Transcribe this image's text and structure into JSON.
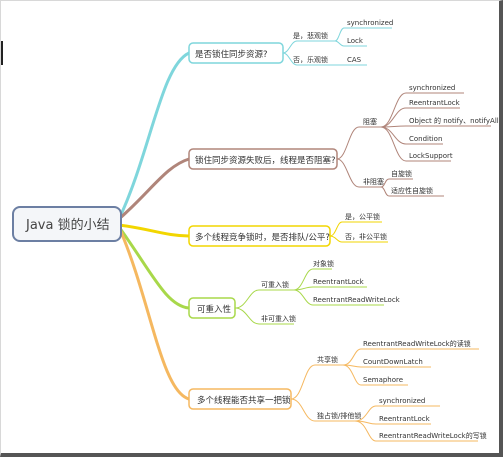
{
  "colors": {
    "cyan": "#7fd6dc",
    "brown": "#b0857a",
    "yellow": "#f2d600",
    "lime": "#a8d84a",
    "orange": "#f5b860",
    "root_border": "#6c7fa3"
  },
  "root": {
    "label": "Java 锁的小结"
  },
  "b1": {
    "label": "是否锁住同步资源?",
    "c1": {
      "label": "是，悲观锁",
      "l1": "synchronized",
      "l2": "Lock"
    },
    "c2": {
      "label": "否，乐观锁",
      "l1": "CAS"
    }
  },
  "b2": {
    "label": "锁住同步资源失败后，线程是否阻塞?",
    "c1": {
      "label": "阻塞",
      "l1": "synchronized",
      "l2": "ReentrantLock",
      "l3": "Object 的 notify、notifyAll",
      "l4": "Condition",
      "l5": "LockSupport"
    },
    "c2": {
      "label": "非阻塞",
      "l1": "自旋锁",
      "l2": "适应性自旋锁"
    }
  },
  "b3": {
    "label": "多个线程竞争锁时，是否排队/公平?",
    "c1": {
      "label": "是，公平锁"
    },
    "c2": {
      "label": "否，非公平锁"
    }
  },
  "b4": {
    "label": "可重入性",
    "c1": {
      "label": "可重入锁",
      "l1": "对象锁",
      "l2": "ReentrantLock",
      "l3": "ReentrantReadWriteLock"
    },
    "c2": {
      "label": "非可重入锁"
    }
  },
  "b5": {
    "label": "多个线程能否共享一把锁",
    "c1": {
      "label": "共享锁",
      "l1": "ReentrantReadWriteLock的读锁",
      "l2": "CountDownLatch",
      "l3": "Semaphore"
    },
    "c2": {
      "label": "独占锁/排他锁",
      "l1": "synchronized",
      "l2": "ReentrantLock",
      "l3": "ReentrantReadWriteLock的写锁"
    }
  }
}
